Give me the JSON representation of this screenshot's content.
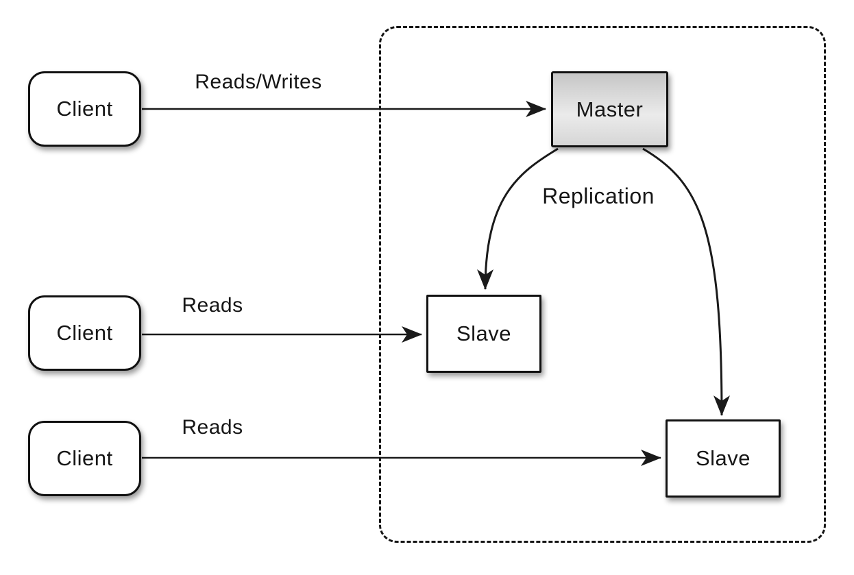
{
  "diagram": {
    "type": "architecture-diagram",
    "topic": "master-slave-replication",
    "nodes": {
      "client_top": {
        "label": "Client",
        "shape": "rounded-rect",
        "fill": "#ffffff"
      },
      "client_middle": {
        "label": "Client",
        "shape": "rounded-rect",
        "fill": "#ffffff"
      },
      "client_bottom": {
        "label": "Client",
        "shape": "rounded-rect",
        "fill": "#ffffff"
      },
      "master": {
        "label": "Master",
        "shape": "rect",
        "fill": "gradient-gray"
      },
      "slave_left": {
        "label": "Slave",
        "shape": "rect",
        "fill": "#ffffff"
      },
      "slave_right": {
        "label": "Slave",
        "shape": "rect",
        "fill": "#ffffff"
      }
    },
    "edges": [
      {
        "from": "client_top",
        "to": "master",
        "label": "Reads/Writes",
        "style": "straight-arrow"
      },
      {
        "from": "client_middle",
        "to": "slave_left",
        "label": "Reads",
        "style": "straight-arrow"
      },
      {
        "from": "client_bottom",
        "to": "slave_right",
        "label": "Reads",
        "style": "straight-arrow"
      },
      {
        "from": "master",
        "to": "slave_left",
        "label": "Replication",
        "style": "curved-arrow"
      },
      {
        "from": "master",
        "to": "slave_right",
        "label": "Replication",
        "style": "curved-arrow"
      }
    ],
    "boundary": {
      "style": "dashed-rounded-rect",
      "contains": [
        "master",
        "slave_left",
        "slave_right"
      ]
    },
    "colors": {
      "background": "#ffffff",
      "line": "#1a1a1a",
      "box_border": "#111111",
      "master_fill_top": "#c6c6c6",
      "master_fill_bottom": "#d6d6d6",
      "text": "#161616"
    }
  }
}
